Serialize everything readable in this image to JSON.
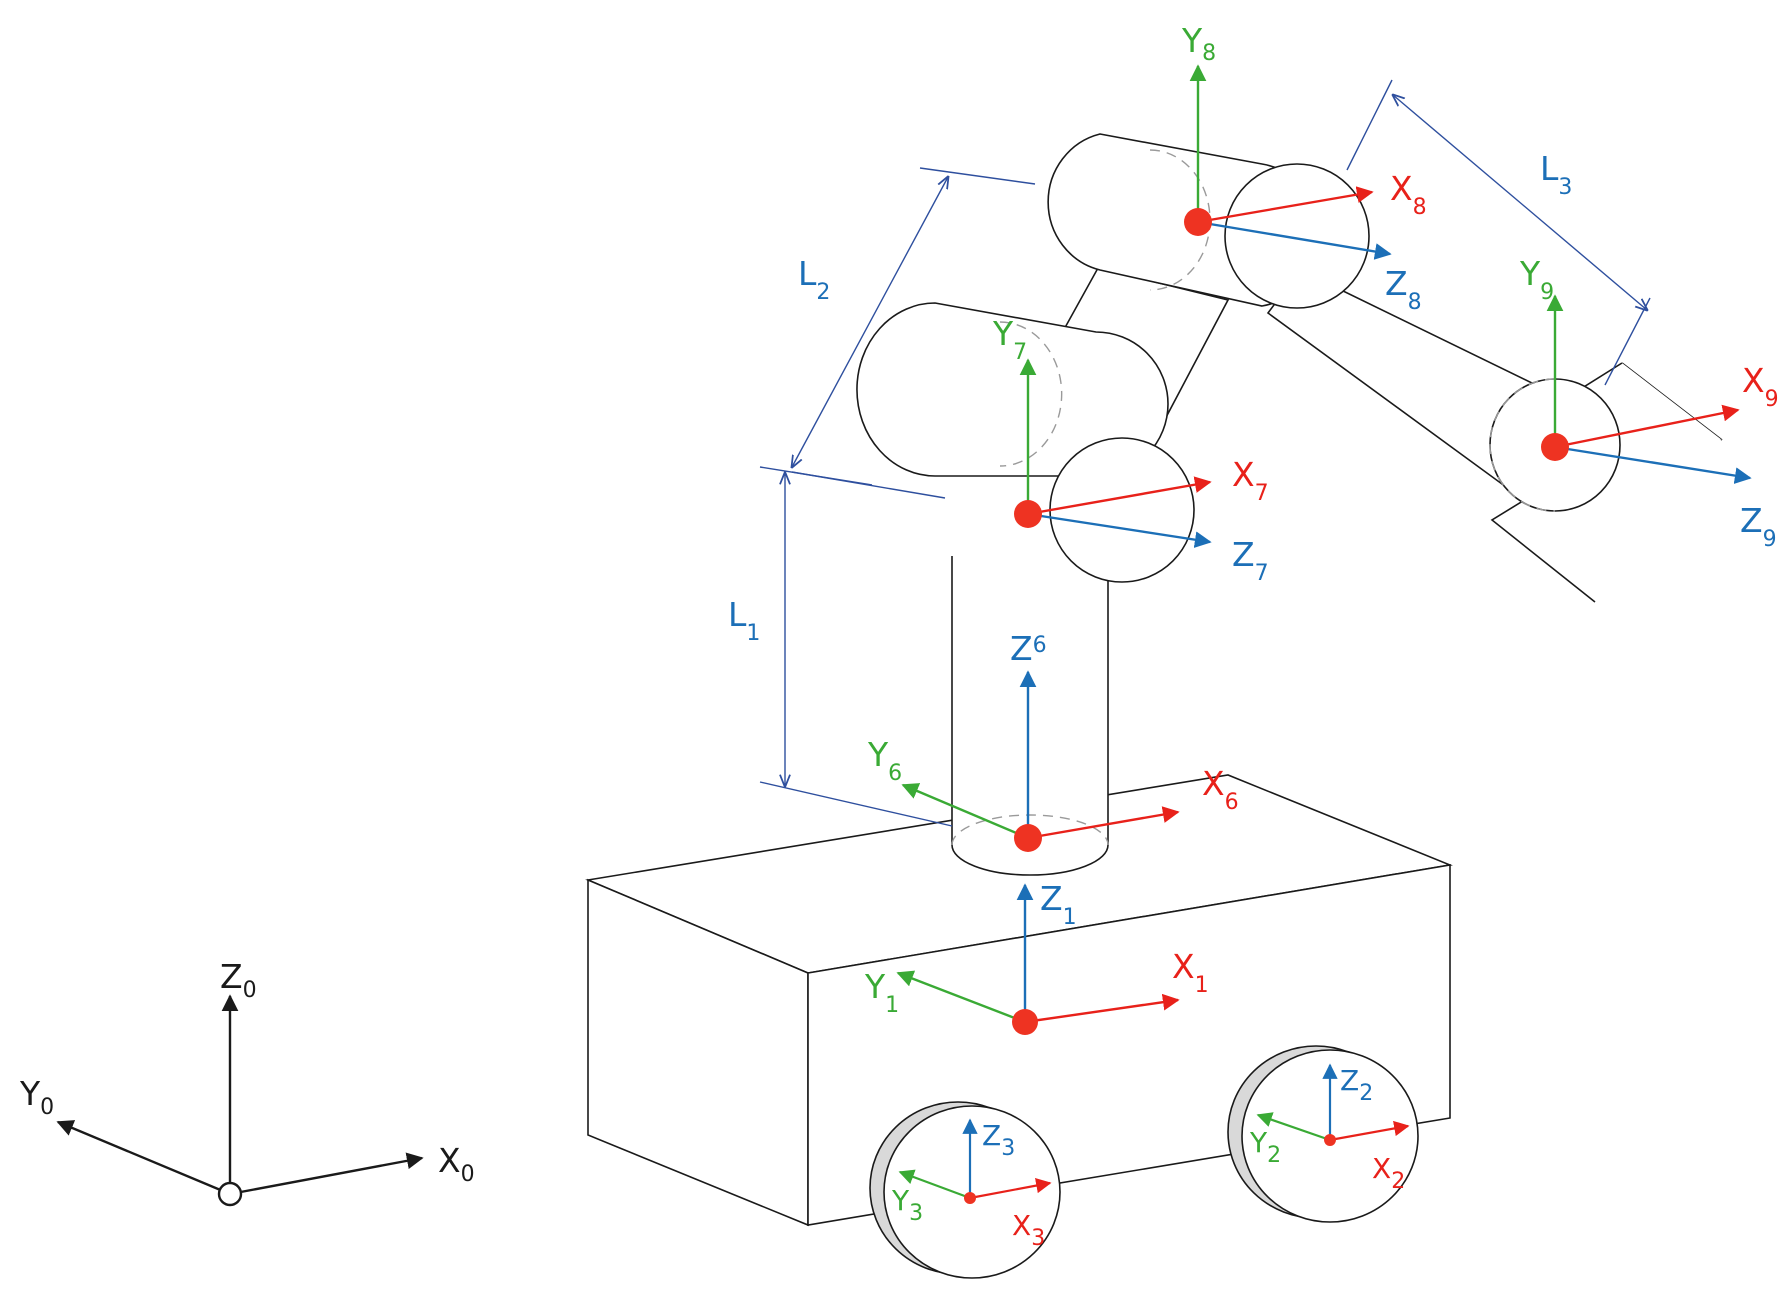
{
  "colors": {
    "x_axis": "#e8211a",
    "y_axis": "#3aaa35",
    "z_axis": "#1c6fb7",
    "dimension": "#2e4f9e",
    "base_frame": "#1a1a1a",
    "origin_dot": "#ee3322"
  },
  "base_frame": {
    "x": "X",
    "x_sub": "0",
    "y": "Y",
    "y_sub": "0",
    "z": "Z",
    "z_sub": "0"
  },
  "frames": {
    "f1": {
      "x": "X",
      "x_sub": "1",
      "y": "Y",
      "y_sub": "1",
      "z": "Z",
      "z_sub": "1"
    },
    "f2": {
      "x": "X",
      "x_sub": "2",
      "y": "Y",
      "y_sub": "2",
      "z": "Z",
      "z_sub": "2"
    },
    "f3": {
      "x": "X",
      "x_sub": "3",
      "y": "Y",
      "y_sub": "3",
      "z": "Z",
      "z_sub": "3"
    },
    "f6": {
      "x": "X",
      "x_sub": "6",
      "y": "Y",
      "y_sub": "6",
      "z": "Z",
      "z_sub": "6"
    },
    "f7": {
      "x": "X",
      "x_sub": "7",
      "y": "Y",
      "y_sub": "7",
      "z": "Z",
      "z_sub": "7"
    },
    "f8": {
      "x": "X",
      "x_sub": "8",
      "y": "Y",
      "y_sub": "8",
      "z": "Z",
      "z_sub": "8"
    },
    "f9": {
      "x": "X",
      "x_sub": "9",
      "y": "Y",
      "y_sub": "9",
      "z": "Z",
      "z_sub": "9"
    }
  },
  "links": {
    "l1": {
      "name": "L",
      "sub": "1"
    },
    "l2": {
      "name": "L",
      "sub": "2"
    },
    "l3": {
      "name": "L",
      "sub": "3"
    }
  }
}
